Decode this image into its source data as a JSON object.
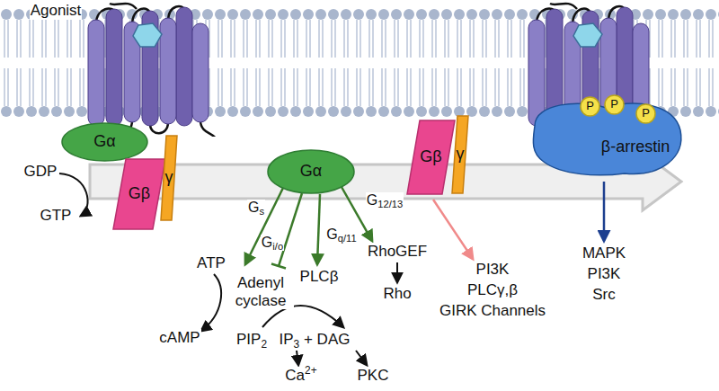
{
  "diagram": {
    "nodes": [
      {
        "text": [
          "Gα"
        ]
      },
      {
        "text": [
          "Gβ"
        ]
      },
      {
        "text": [
          "γ"
        ]
      },
      {
        "text": [
          "Gα"
        ]
      },
      {
        "text": [
          "Gβ"
        ]
      },
      {
        "text": [
          "γ"
        ]
      },
      {
        "text": [
          "β-arrestin"
        ]
      },
      {
        "text": [
          "P"
        ],
        "in": 6
      },
      {
        "text": [
          "P"
        ],
        "in": 6
      },
      {
        "text": [
          "P"
        ],
        "in": 6
      }
    ],
    "labels": [
      "Agonist",
      "GDP",
      "GTP",
      "Gs",
      "Gi/o",
      "Gq/11",
      "G12/13",
      "ATP",
      "Adenyl cyclase",
      "cAMP",
      "PLCβ",
      "PIP2",
      "IP3 + DAG",
      "Ca2+",
      "PKC",
      "RhoGEF",
      "Rho",
      "PI3K",
      "PLCγ,β",
      "GIRK Channels",
      "MAPK",
      "PI3K",
      "Src"
    ]
  }
}
